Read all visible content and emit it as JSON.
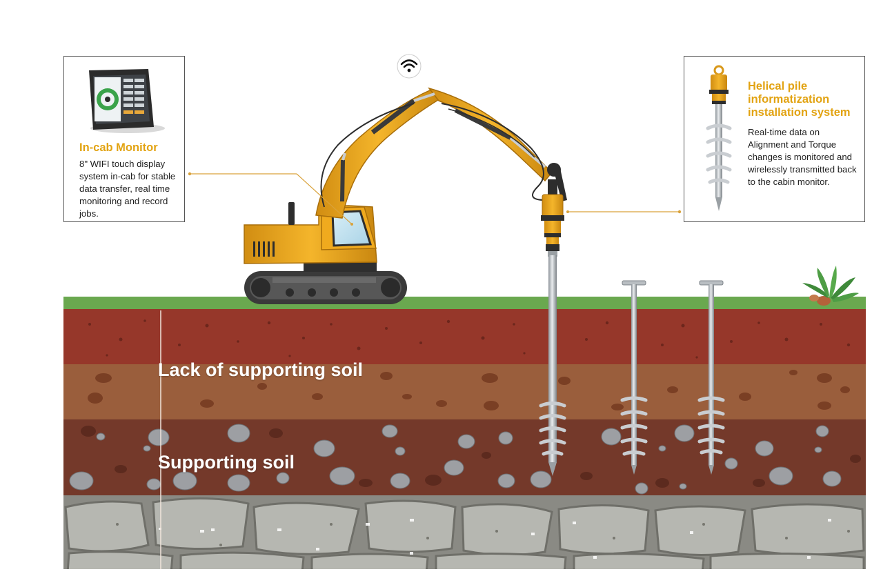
{
  "monitor_callout": {
    "title": "In-cab Monitor",
    "text": "8\" WIFI touch display system in-cab for stable data transfer, real time monitoring and record jobs."
  },
  "pile_callout": {
    "title": "Helical pile informatization installation system",
    "text": "Real-time data on Alignment and Torque changes is monitored and wirelessly transmitted back to the cabin monitor."
  },
  "soil_layers": {
    "upper_label": "Lack of supporting soil",
    "lower_label": "Supporting soil"
  },
  "icons": [
    "wifi-icon",
    "monitor-tablet-icon",
    "helical-pile-icon",
    "plant-icon"
  ],
  "colors": {
    "accent": "#e2a312",
    "excavator_yellow": "#f0aa1e",
    "grass": "#6aa84f",
    "topsoil": "#96372a",
    "middle_soil": "#9a5e3c",
    "supporting_soil": "#74392a",
    "bedrock": "#a0a09a",
    "steel": "#c4c8cc"
  }
}
